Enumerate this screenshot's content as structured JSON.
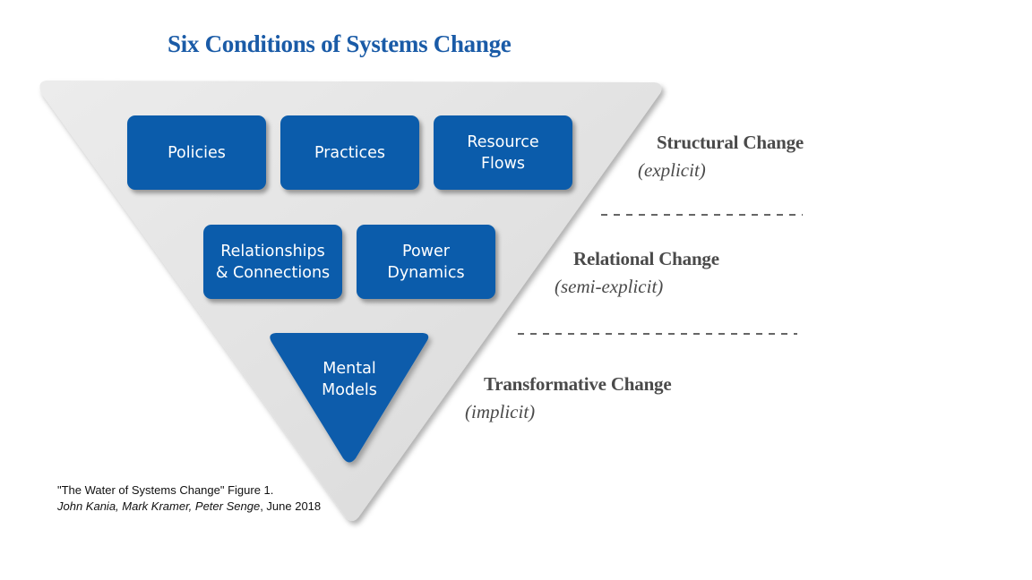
{
  "title": "Six Conditions of Systems Change",
  "boxes": {
    "policies": "Policies",
    "practices": "Practices",
    "resource_flows": "Resource\nFlows",
    "relationships": "Relationships\n& Connections",
    "power_dynamics": "Power\nDynamics",
    "mental_models": "Mental\nModels"
  },
  "levels": [
    {
      "name": "Structural Change",
      "sub": "(explicit)"
    },
    {
      "name": "Relational Change",
      "sub": "(semi-explicit)"
    },
    {
      "name": "Transformative Change",
      "sub": "(implicit)"
    }
  ],
  "citation": {
    "line1": "\"The Water of Systems Change\" Figure 1.",
    "authors": "John Kania, Mark Kramer, Peter Senge",
    "date": ", June 2018"
  },
  "colors": {
    "box_blue": "#0b5cab",
    "title_blue": "#1a5ba7",
    "triangle_gray": "#e6e6e6",
    "label_gray": "#4a4a4a"
  }
}
